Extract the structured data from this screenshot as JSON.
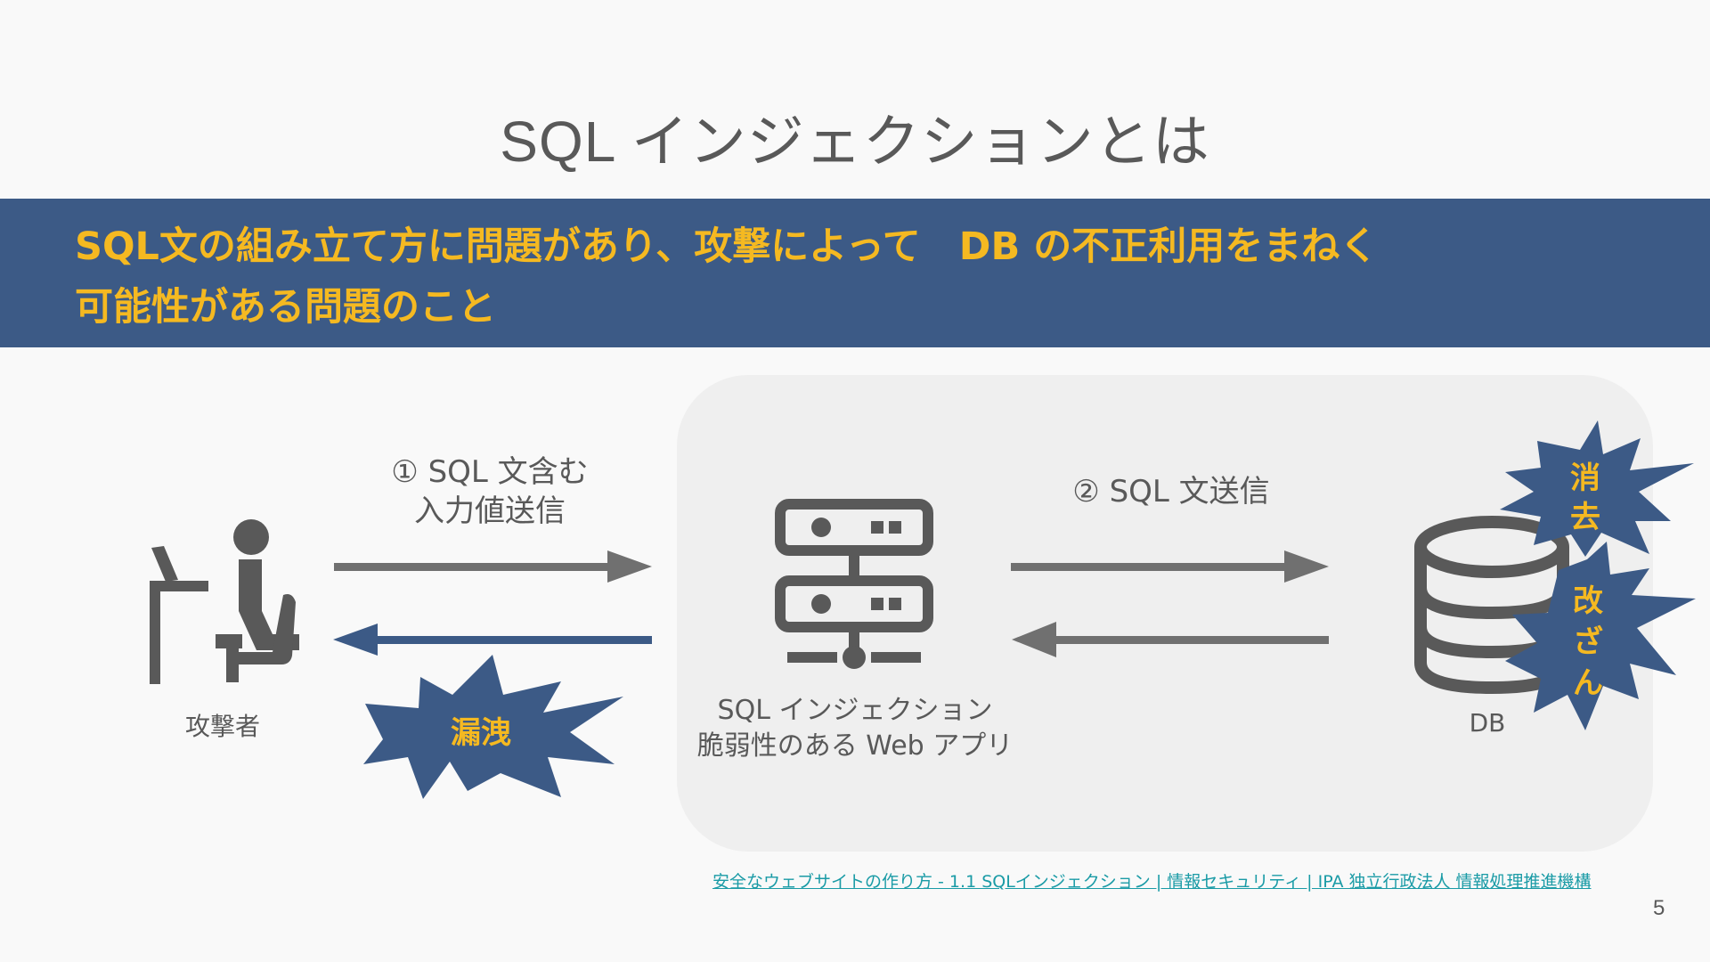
{
  "slide": {
    "title": "SQL インジェクションとは",
    "banner_line1": "SQL文の組み立て方に問題があり、攻撃によって　DB の不正利用をまねく",
    "banner_line2": "可能性がある問題のこと",
    "page_number": "5",
    "source_link": "安全なウェブサイトの作り方 - 1.1 SQLインジェクション | 情報セキュリティ | IPA 独立行政法人 情報処理推進機構"
  },
  "diagram": {
    "attacker_label": "攻撃者",
    "step1_line1": "① SQL 文含む",
    "step1_line2": "入力値送信",
    "step2_label": "② SQL 文送信",
    "webapp_line1": "SQL インジェクション",
    "webapp_line2": "脆弱性のある Web アプリ",
    "db_label": "DB",
    "leak_label": "漏洩",
    "delete_line1": "消",
    "delete_line2": "去",
    "tamper_line1": "改",
    "tamper_line2": "ざ",
    "tamper_line3": "ん"
  },
  "colors": {
    "banner_bg": "#3c5a86",
    "banner_text": "#f5b921",
    "burst_fill": "#3c5a86",
    "arrow_gray": "#707070",
    "arrow_blue": "#3c5a86",
    "icon_gray": "#595959"
  }
}
